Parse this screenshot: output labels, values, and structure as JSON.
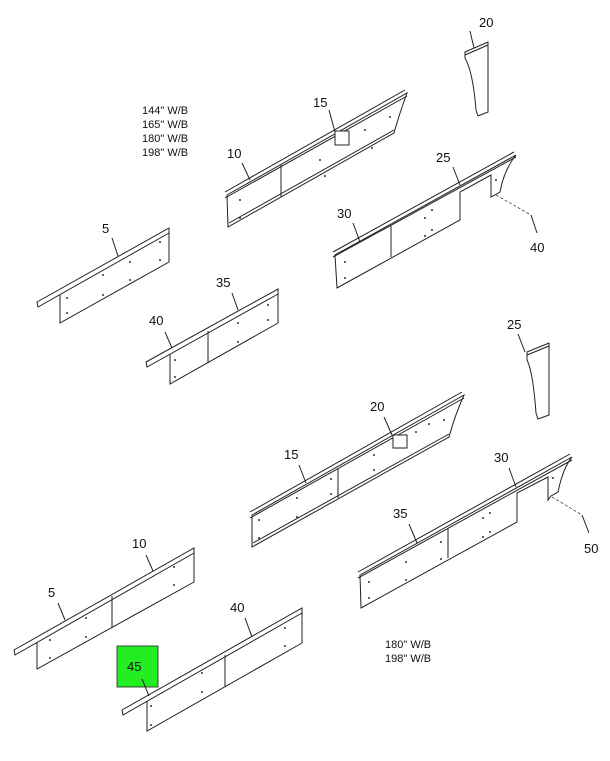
{
  "diagram": {
    "top_section": {
      "wheelbase_notes": [
        "144\" W/B",
        "165\" W/B",
        "180\" W/B",
        "198\" W/B"
      ],
      "callouts": {
        "bracket": "20",
        "rail_front_a": "10",
        "rail_front_b": "15",
        "rail_rear_a": "25",
        "rail_rear_b": "30",
        "rail_rear_c": "40",
        "rail_left": "5",
        "rail_lower_a": "35",
        "rail_lower_b": "40"
      }
    },
    "bottom_section": {
      "wheelbase_notes": [
        "180\" W/B",
        "198\" W/B"
      ],
      "callouts": {
        "bracket": "25",
        "rail_front_a": "15",
        "rail_front_b": "20",
        "rail_rear_a": "30",
        "rail_rear_b": "35",
        "rail_rear_c": "50",
        "rail_left_a": "10",
        "rail_left_b": "5",
        "rail_lower_a": "40",
        "rail_lower_b": "45"
      },
      "highlighted_callout": "45"
    },
    "highlight_color": "#22ee22"
  }
}
